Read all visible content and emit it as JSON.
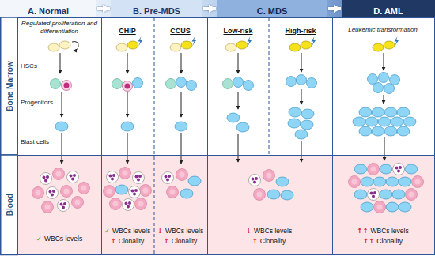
{
  "diagram": {
    "nodes": [
      {
        "text": [
          "A. Normal"
        ]
      },
      {
        "text": [
          "B. Pre-MDS"
        ]
      },
      {
        "text": [
          "C. MDS"
        ]
      },
      {
        "text": [
          "D. AML"
        ]
      },
      {
        "text": [
          "Regulated proliferation and differentiation",
          "HSCs",
          "Progenitors",
          "Blast cells"
        ]
      },
      {
        "text": [
          "CHIP",
          "CCUS"
        ]
      },
      {
        "text": [
          "Low-risk",
          "High-risk"
        ]
      },
      {
        "text": [
          "Leukemic transformation"
        ]
      },
      {
        "text": [
          "✓",
          "WBCs levels"
        ]
      },
      {
        "text": [
          "✓",
          "WBCs levels",
          "↑",
          "Clonality",
          "↓",
          "WBCs levels",
          "↑",
          "Clonality"
        ]
      },
      {
        "text": [
          "↓",
          "WBCs levels",
          "↑",
          "Clonality"
        ]
      },
      {
        "text": [
          "↑↑",
          "WBCs levels",
          "↑↑",
          "Clonality"
        ]
      }
    ],
    "edges": [
      {
        "from": 0,
        "to": 1,
        "arrow": "to"
      },
      {
        "from": 1,
        "to": 2,
        "arrow": "to"
      },
      {
        "from": 2,
        "to": 3,
        "arrow": "to"
      }
    ],
    "labels": [
      "Bone Marrow",
      "Blood"
    ]
  }
}
